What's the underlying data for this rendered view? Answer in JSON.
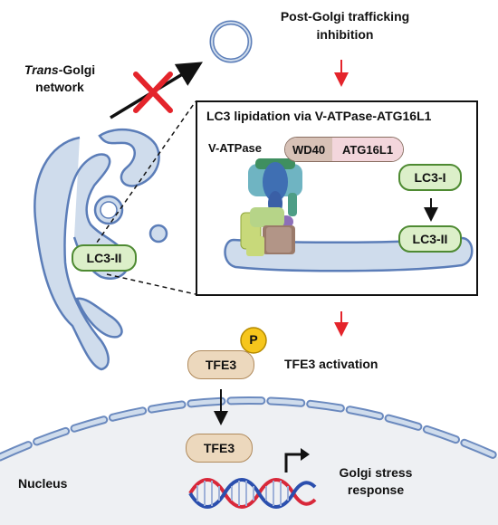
{
  "labels": {
    "post_golgi": "Post-Golgi trafficking inhibition",
    "tgn_italic": "Trans",
    "tgn_rest": "-Golgi network",
    "box_title": "LC3 lipidation via V-ATPase-ATG16L1",
    "v_atpase": "V-ATPase",
    "wd40": "WD40",
    "atg16l1": "ATG16L1",
    "lc3_i": "LC3-I",
    "lc3_ii_box": "LC3-II",
    "lc3_ii_golgi": "LC3-II",
    "phospho": "P",
    "tfe3_cyto": "TFE3",
    "tfe3_activation": "TFE3 activation",
    "tfe3_nuc": "TFE3",
    "nucleus": "Nucleus",
    "golgi_stress": "Golgi stress response"
  },
  "colors": {
    "membrane_fill": "#cfdcec",
    "membrane_stroke": "#5b7db8",
    "lc3_fill": "#dcefc9",
    "lc3_stroke": "#4e8a32",
    "tfe3_fill": "#ecd8bd",
    "phospho_fill": "#f6c61c",
    "inhibit_x": "#e4242b",
    "red_arrow": "#e4242b",
    "dna_red": "#d8283a",
    "dna_blue": "#2b4fae",
    "nucleus_fill": "#eef0f3"
  },
  "icons": [
    "inhibition-x-icon",
    "promoter-arrow-icon",
    "dna-helix-icon",
    "v-atpase-icon",
    "vesicle-icon"
  ]
}
